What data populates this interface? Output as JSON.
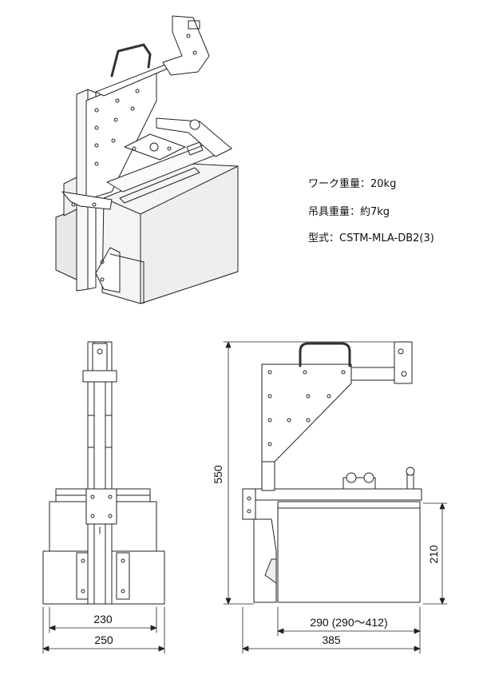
{
  "specs": {
    "work_weight": "ワーク重量：20kg",
    "hanger_weight": "吊具重量：約7kg",
    "model": "型式：CSTM-MLA-DB2(3)"
  },
  "dimensions": {
    "front_inner_width": "230",
    "front_total_width": "250",
    "side_height": "550",
    "side_box_height": "210",
    "side_inner_length": "290 (290～412)",
    "side_total_length": "385"
  }
}
